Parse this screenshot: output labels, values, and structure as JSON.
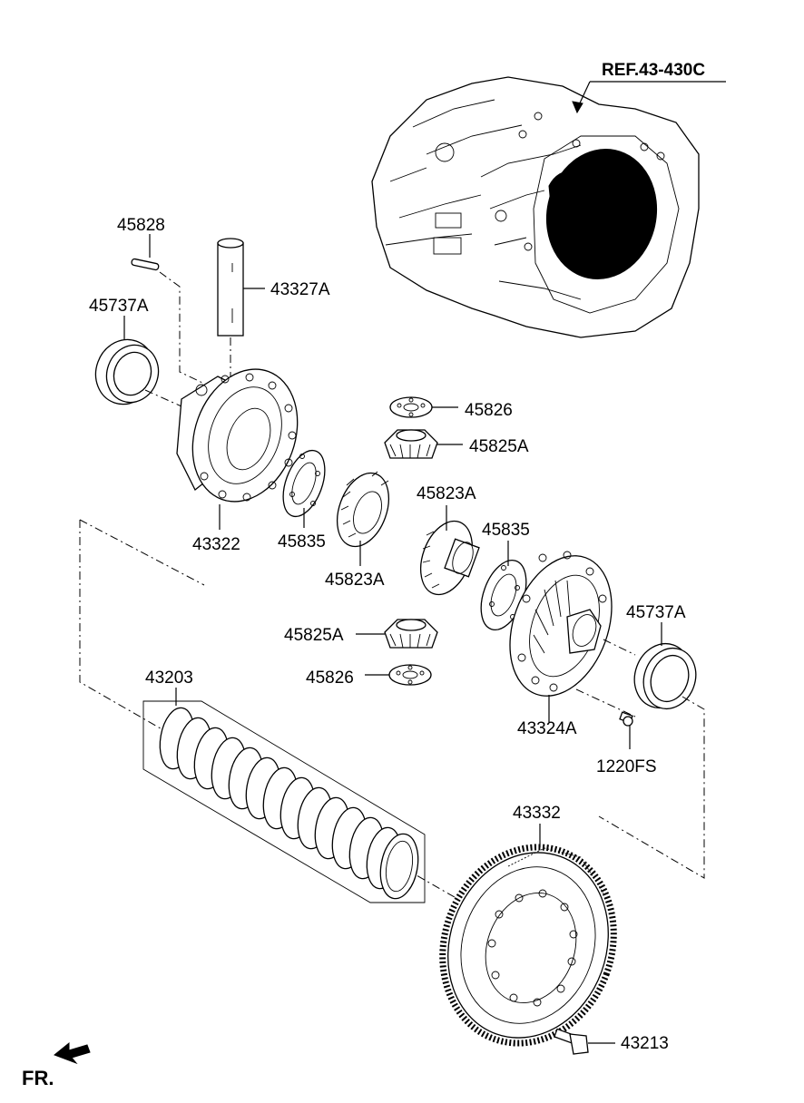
{
  "diagram": {
    "reference": "REF.43-430C",
    "orientation_label": "FR.",
    "parts": {
      "p45828": "45828",
      "p43327A": "43327A",
      "p45737A_left": "45737A",
      "p45826_top": "45826",
      "p45825A_top": "45825A",
      "p45823A_right": "45823A",
      "p45835_right": "45835",
      "p43322": "43322",
      "p45835_left": "45835",
      "p45823A_left": "45823A",
      "p45737A_right": "45737A",
      "p45825A_bottom": "45825A",
      "p45826_bottom": "45826",
      "p43324A": "43324A",
      "p1220FS": "1220FS",
      "p43203": "43203",
      "p43332": "43332",
      "p43213": "43213"
    }
  }
}
